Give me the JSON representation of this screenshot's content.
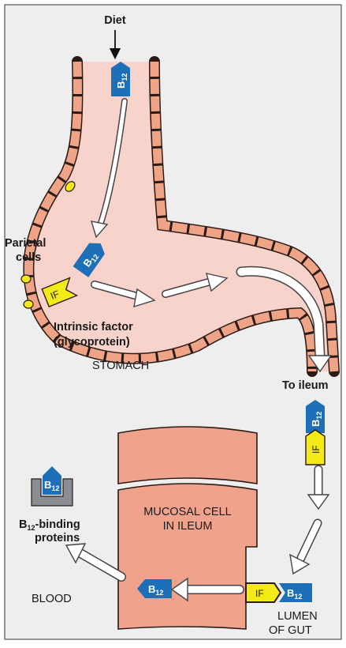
{
  "labels": {
    "diet": "Diet",
    "parietal_line1": "Parietal",
    "parietal_line2": "cells",
    "intrinsic_line1": "Intrinsic factor",
    "intrinsic_line2": "(glycoprotein)",
    "stomach": "STOMACH",
    "to_ileum": "To ileum",
    "mucosal_line1": "MUCOSAL CELL",
    "mucosal_line2": "IN ILEUM",
    "binding_line1_main": "B",
    "binding_line1_sub": "12",
    "binding_line1_rest": "-binding",
    "binding_line2": "proteins",
    "blood": "BLOOD",
    "lumen_line1": "LUMEN",
    "lumen_line2": "OF GUT"
  },
  "tokens": {
    "b12_main": "B",
    "b12_sub": "12",
    "if": "IF"
  },
  "colors": {
    "background": "#eeeeee",
    "stomach_fill": "#f8d3cc",
    "wall_cell": "#efa488",
    "mucosal_fill": "#f0a38c",
    "b12_badge": "#1d6fb8",
    "if_badge": "#f4ea18",
    "binding_protein": "#8a8e92"
  }
}
